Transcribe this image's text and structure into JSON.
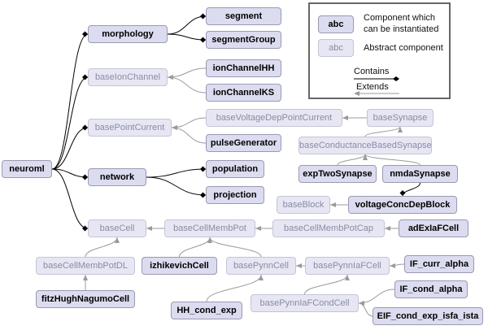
{
  "colors": {
    "concrete_fill": "#dcdcf0",
    "abstract_fill": "#e7e7f4",
    "abstract_text": "#8a8aa6",
    "contains_line": "#000000",
    "extends_line": "#9a9a9a"
  },
  "legend": {
    "concrete_sample": "abc",
    "concrete_desc_line1": "Component which",
    "concrete_desc_line2": "can be instantiated",
    "abstract_sample": "abc",
    "abstract_desc": "Abstract component",
    "contains_label": "Contains",
    "extends_label": "Extends"
  },
  "nodes": [
    {
      "id": "neuroml",
      "label": "neuroml",
      "kind": "concrete"
    },
    {
      "id": "morphology",
      "label": "morphology",
      "kind": "concrete"
    },
    {
      "id": "segment",
      "label": "segment",
      "kind": "concrete"
    },
    {
      "id": "segmentGroup",
      "label": "segmentGroup",
      "kind": "concrete"
    },
    {
      "id": "baseIonChannel",
      "label": "baseIonChannel",
      "kind": "abstract"
    },
    {
      "id": "ionChannelHH",
      "label": "ionChannelHH",
      "kind": "concrete"
    },
    {
      "id": "ionChannelKS",
      "label": "ionChannelKS",
      "kind": "concrete"
    },
    {
      "id": "basePointCurrent",
      "label": "basePointCurrent",
      "kind": "abstract"
    },
    {
      "id": "baseVoltageDepPointCurrent",
      "label": "baseVoltageDepPointCurrent",
      "kind": "abstract"
    },
    {
      "id": "baseSynapse",
      "label": "baseSynapse",
      "kind": "abstract"
    },
    {
      "id": "pulseGenerator",
      "label": "pulseGenerator",
      "kind": "concrete"
    },
    {
      "id": "baseConductanceBasedSynapse",
      "label": "baseConductanceBasedSynapse",
      "kind": "abstract"
    },
    {
      "id": "network",
      "label": "network",
      "kind": "concrete"
    },
    {
      "id": "population",
      "label": "population",
      "kind": "concrete"
    },
    {
      "id": "projection",
      "label": "projection",
      "kind": "concrete"
    },
    {
      "id": "expTwoSynapse",
      "label": "expTwoSynapse",
      "kind": "concrete"
    },
    {
      "id": "nmdaSynapse",
      "label": "nmdaSynapse",
      "kind": "concrete"
    },
    {
      "id": "baseBlock",
      "label": "baseBlock",
      "kind": "abstract"
    },
    {
      "id": "voltageConcDepBlock",
      "label": "voltageConcDepBlock",
      "kind": "concrete"
    },
    {
      "id": "baseCell",
      "label": "baseCell",
      "kind": "abstract"
    },
    {
      "id": "baseCellMembPot",
      "label": "baseCellMembPot",
      "kind": "abstract"
    },
    {
      "id": "baseCellMembPotCap",
      "label": "baseCellMembPotCap",
      "kind": "abstract"
    },
    {
      "id": "adExIaFCell",
      "label": "adExIaFCell",
      "kind": "concrete"
    },
    {
      "id": "baseCellMembPotDL",
      "label": "baseCellMembPotDL",
      "kind": "abstract"
    },
    {
      "id": "izhikevichCell",
      "label": "izhikevichCell",
      "kind": "concrete"
    },
    {
      "id": "basePynnCell",
      "label": "basePynnCell",
      "kind": "abstract"
    },
    {
      "id": "basePynnIaFCell",
      "label": "basePynnIaFCell",
      "kind": "abstract"
    },
    {
      "id": "IF_curr_alpha",
      "label": "IF_curr_alpha",
      "kind": "concrete"
    },
    {
      "id": "fitzHughNagumoCell",
      "label": "fitzHughNagumoCell",
      "kind": "concrete"
    },
    {
      "id": "HH_cond_exp",
      "label": "HH_cond_exp",
      "kind": "concrete"
    },
    {
      "id": "basePynnIaFCondCell",
      "label": "basePynnIaFCondCell",
      "kind": "abstract"
    },
    {
      "id": "IF_cond_alpha",
      "label": "IF_cond_alpha",
      "kind": "concrete"
    },
    {
      "id": "EIF_cond_exp_isfa_ista",
      "label": "EIF_cond_exp_isfa_ista",
      "kind": "concrete"
    }
  ],
  "edges": [
    {
      "from": "neuroml",
      "to": "morphology",
      "type": "contains"
    },
    {
      "from": "neuroml",
      "to": "baseIonChannel",
      "type": "contains"
    },
    {
      "from": "neuroml",
      "to": "basePointCurrent",
      "type": "contains"
    },
    {
      "from": "neuroml",
      "to": "network",
      "type": "contains"
    },
    {
      "from": "neuroml",
      "to": "baseCell",
      "type": "contains"
    },
    {
      "from": "morphology",
      "to": "segment",
      "type": "contains"
    },
    {
      "from": "morphology",
      "to": "segmentGroup",
      "type": "contains"
    },
    {
      "from": "network",
      "to": "population",
      "type": "contains"
    },
    {
      "from": "network",
      "to": "projection",
      "type": "contains"
    },
    {
      "from": "nmdaSynapse",
      "to": "voltageConcDepBlock",
      "type": "contains"
    },
    {
      "from": "ionChannelHH",
      "to": "baseIonChannel",
      "type": "extends"
    },
    {
      "from": "ionChannelKS",
      "to": "baseIonChannel",
      "type": "extends"
    },
    {
      "from": "baseVoltageDepPointCurrent",
      "to": "basePointCurrent",
      "type": "extends"
    },
    {
      "from": "pulseGenerator",
      "to": "basePointCurrent",
      "type": "extends"
    },
    {
      "from": "baseSynapse",
      "to": "baseVoltageDepPointCurrent",
      "type": "extends"
    },
    {
      "from": "baseConductanceBasedSynapse",
      "to": "baseSynapse",
      "type": "extends"
    },
    {
      "from": "expTwoSynapse",
      "to": "baseConductanceBasedSynapse",
      "type": "extends"
    },
    {
      "from": "nmdaSynapse",
      "to": "baseConductanceBasedSynapse",
      "type": "extends"
    },
    {
      "from": "voltageConcDepBlock",
      "to": "baseBlock",
      "type": "extends"
    },
    {
      "from": "baseCellMembPot",
      "to": "baseCell",
      "type": "extends"
    },
    {
      "from": "baseCellMembPotCap",
      "to": "baseCellMembPot",
      "type": "extends"
    },
    {
      "from": "adExIaFCell",
      "to": "baseCellMembPotCap",
      "type": "extends"
    },
    {
      "from": "baseCellMembPotDL",
      "to": "baseCell",
      "type": "extends"
    },
    {
      "from": "izhikevichCell",
      "to": "baseCellMembPot",
      "type": "extends"
    },
    {
      "from": "basePynnCell",
      "to": "baseCellMembPot",
      "type": "extends"
    },
    {
      "from": "basePynnIaFCell",
      "to": "basePynnCell",
      "type": "extends"
    },
    {
      "from": "IF_curr_alpha",
      "to": "basePynnIaFCell",
      "type": "extends"
    },
    {
      "from": "fitzHughNagumoCell",
      "to": "baseCellMembPotDL",
      "type": "extends"
    },
    {
      "from": "HH_cond_exp",
      "to": "basePynnCell",
      "type": "extends"
    },
    {
      "from": "basePynnIaFCondCell",
      "to": "basePynnIaFCell",
      "type": "extends"
    },
    {
      "from": "IF_cond_alpha",
      "to": "basePynnIaFCondCell",
      "type": "extends"
    },
    {
      "from": "EIF_cond_exp_isfa_ista",
      "to": "basePynnIaFCondCell",
      "type": "extends"
    }
  ]
}
